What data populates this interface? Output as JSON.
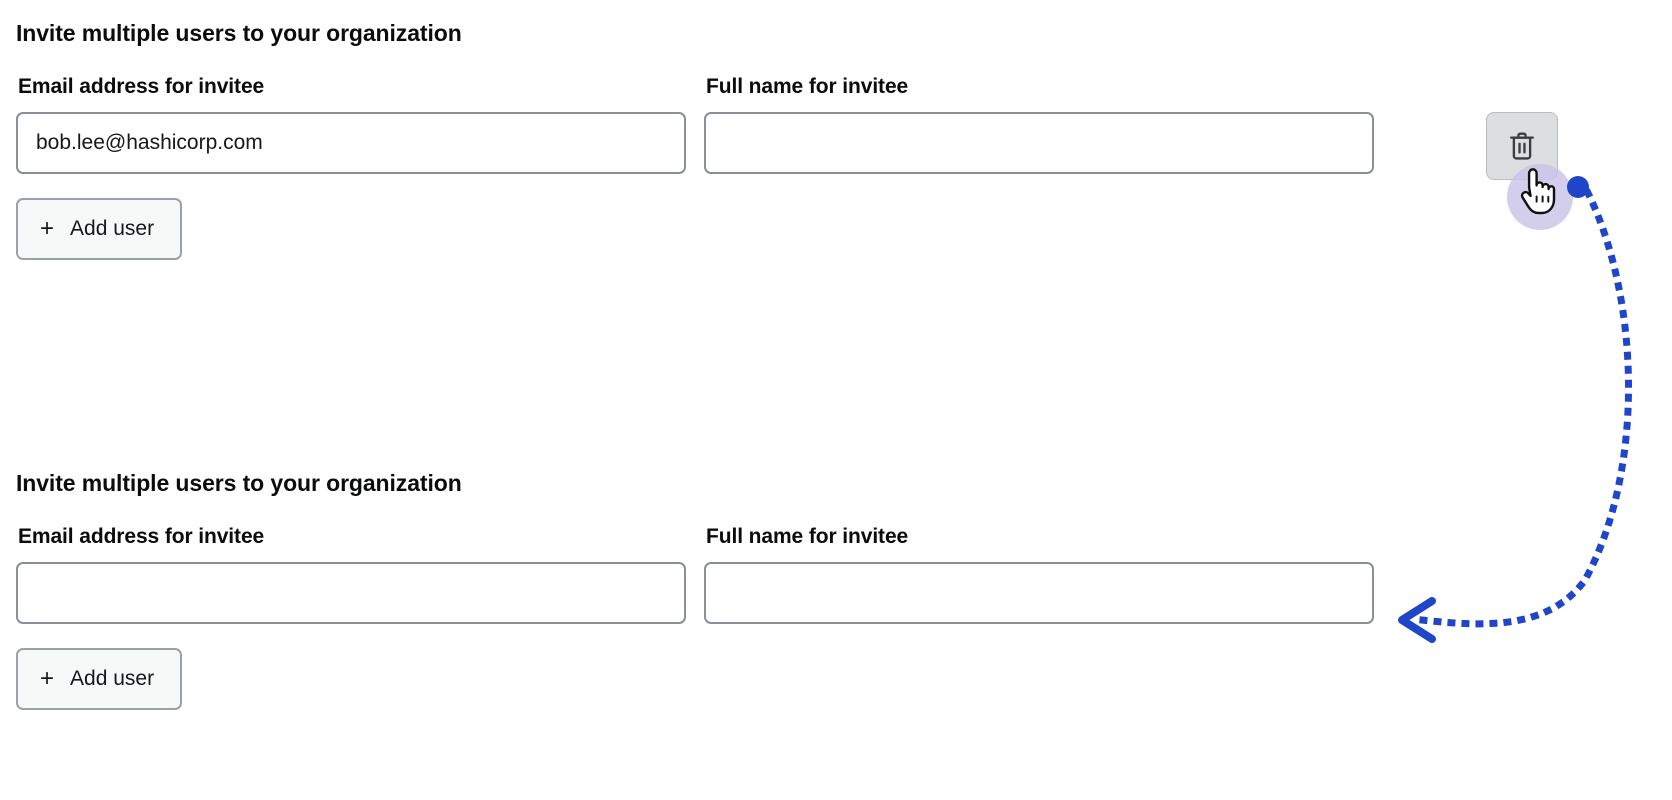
{
  "colors": {
    "accent_blue": "#1f46c8",
    "cursor_halo": "#c9c3e8",
    "input_border": "#8b8f9b",
    "button_face": "#f7f8f8",
    "delete_button_face": "#dddee1",
    "text": "#0b0c0e"
  },
  "sections": [
    {
      "title": "Invite multiple users to your organization",
      "email_field": {
        "label": "Email address for invitee",
        "value": "bob.lee@hashicorp.com",
        "placeholder": ""
      },
      "name_field": {
        "label": "Full name for invitee",
        "value": "",
        "placeholder": ""
      },
      "delete_button": {
        "icon": "trash-icon",
        "label": "",
        "visible": true
      },
      "add_user_button": {
        "icon": "plus-icon",
        "plus": "+",
        "label": "Add user"
      }
    },
    {
      "title": "Invite multiple users to your organization",
      "email_field": {
        "label": "Email address for invitee",
        "value": "",
        "placeholder": ""
      },
      "name_field": {
        "label": "Full name for invitee",
        "value": "",
        "placeholder": ""
      },
      "delete_button": {
        "icon": "trash-icon",
        "label": "",
        "visible": false
      },
      "add_user_button": {
        "icon": "plus-icon",
        "plus": "+",
        "label": "Add user"
      }
    }
  ],
  "annotation": {
    "cursor": "pointing-hand-cursor",
    "click_marker": "blue-dot",
    "arrow": "curved-dotted-arrow",
    "arrow_direction": "from-delete-button-to-second-form"
  }
}
